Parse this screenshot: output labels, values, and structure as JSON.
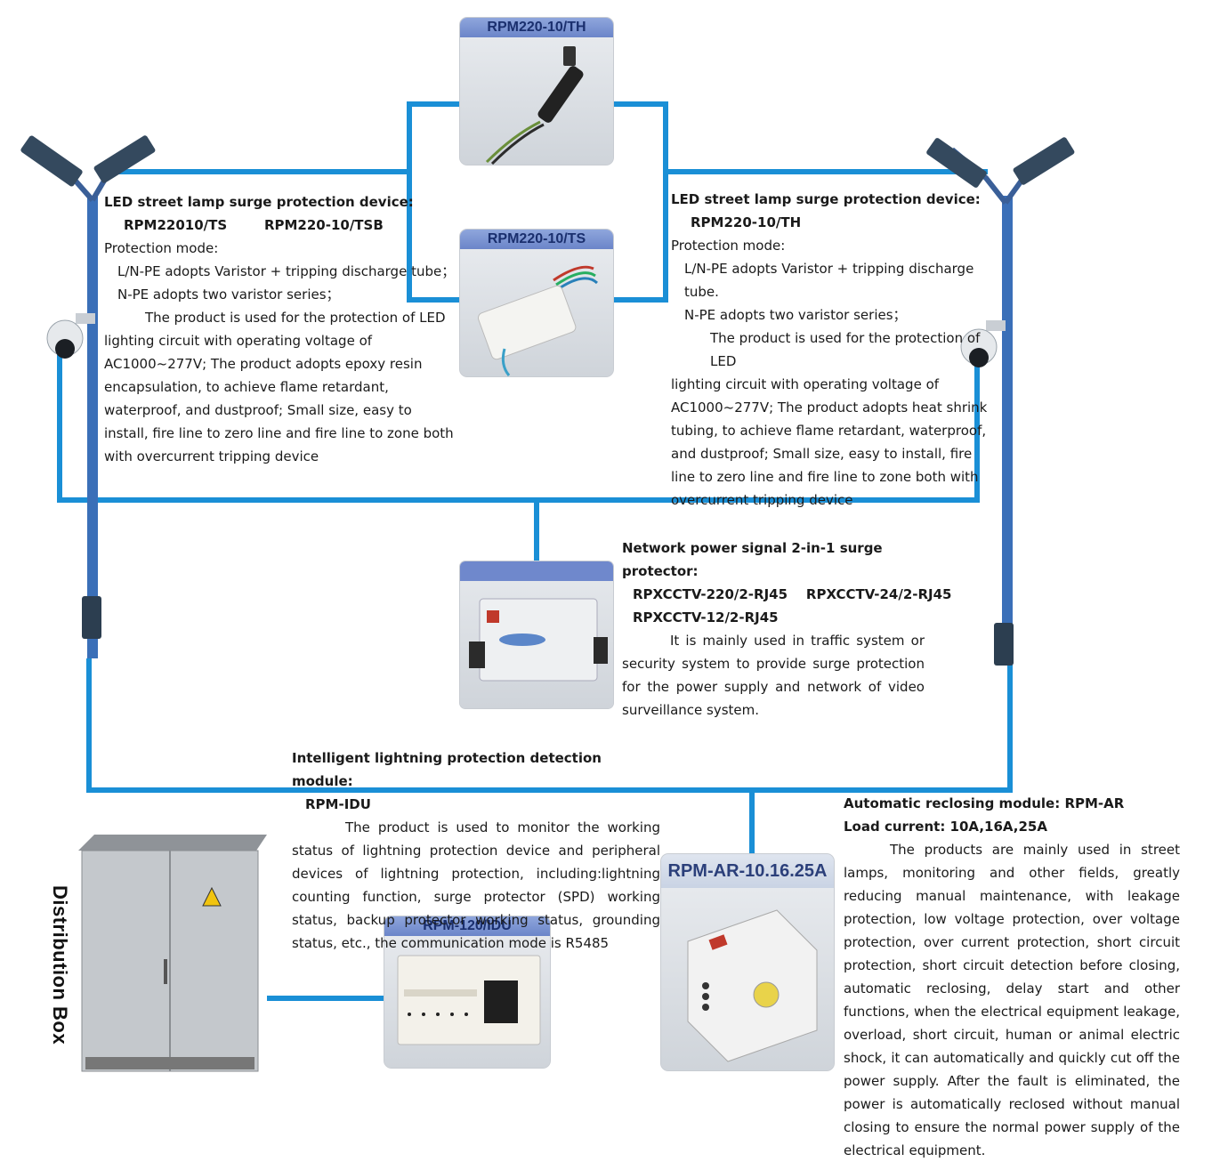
{
  "colors": {
    "wire": "#1a8fd6",
    "pole": "#3a6fb8",
    "card_header": "#7a92d2",
    "card_body": "#dde1e6"
  },
  "devices": {
    "th": {
      "label": "RPM220-10/TH"
    },
    "ts": {
      "label": "RPM220-10/TS"
    },
    "idu": {
      "label": "RPM-120/IDU"
    },
    "ar": {
      "label": "RPM-AR-10.16.25A"
    }
  },
  "left_lamp": {
    "title": "LED street lamp surge protection device:",
    "models": "RPM22010/TS        RPM220-10/TSB",
    "mode_title": "Protection mode:",
    "mode_line1": "L/N-PE adopts Varistor + tripping discharge tube；",
    "mode_line2": "N-PE adopts two varistor series；",
    "desc_first": "The product is used for the protection of LED",
    "desc_rest": "lighting circuit with operating voltage of AC1000~277V; The product adopts epoxy resin encapsulation, to achieve flame retardant, waterproof, and dustproof; Small size, easy to install, fire line to zero line and fire line to zone both with overcurrent tripping device"
  },
  "right_lamp": {
    "title": "LED street lamp surge protection device:",
    "models": "RPM220-10/TH",
    "mode_title": "Protection mode:",
    "mode_line1": "L/N-PE adopts Varistor + tripping discharge tube.",
    "mode_line2": "N-PE adopts two varistor series；",
    "desc_first": "The product is used for the protection of LED",
    "desc_rest": "lighting circuit with operating voltage of AC1000~277V; The product adopts heat shrink tubing, to achieve flame retardant, waterproof, and dustproof; Small size, easy to install, fire line to zero line and fire line to zone both with overcurrent tripping device"
  },
  "network": {
    "title": "Network power signal 2-in-1 surge protector:",
    "models_line1": "RPXCCTV-220/2-RJ45    RPXCCTV-24/2-RJ45",
    "models_line2": "RPXCCTV-12/2-RJ45",
    "desc": "It is mainly used in traffic system or security system to provide surge protection for the power supply and network of video surveillance system."
  },
  "idu": {
    "title": "Intelligent lightning protection detection module:",
    "model": "RPM-IDU",
    "desc": "The product is used to monitor the working status of lightning protection device and peripheral devices of lightning protection, including:lightning counting function, surge protector (SPD) working status, backup protector working status, grounding status, etc., the communication mode is R5485"
  },
  "ar": {
    "title": "Automatic reclosing module: RPM-AR",
    "load": "Load current: 10A,16A,25A",
    "desc": "The products are mainly used in street lamps, monitoring and other fields, greatly reducing manual maintenance, with leakage protection, low voltage protection, over voltage protection, over current protection, short circuit protection, short circuit detection before closing, automatic reclosing, delay start and other functions, when the electrical equipment leakage, overload, short circuit, human or animal electric shock, it can automatically and quickly cut off the power supply. After the fault is eliminated, the power is automatically reclosed without manual closing to ensure the normal power supply of the electrical equipment."
  },
  "distribution_box": {
    "label": "Distribution Box"
  }
}
